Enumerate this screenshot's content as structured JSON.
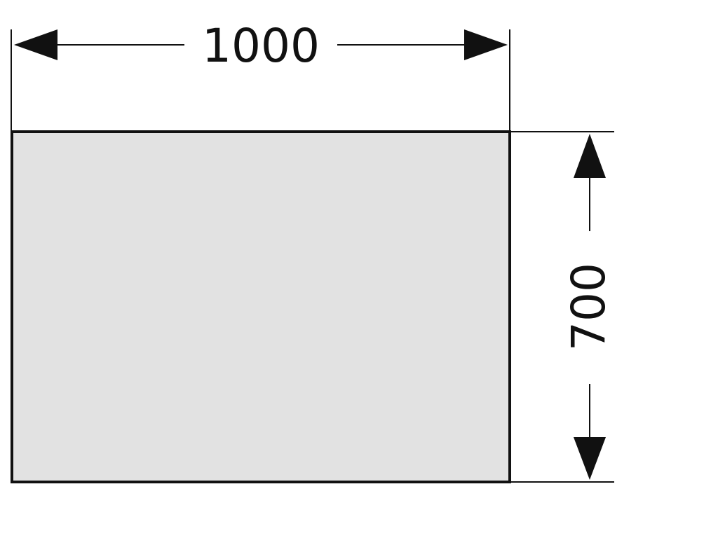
{
  "diagram": {
    "type": "dimensioned-rectangle",
    "shape": {
      "fill": "#e2e2e2",
      "stroke": "#111111"
    },
    "dimensions": {
      "width": {
        "label": "1000",
        "orientation": "horizontal"
      },
      "height": {
        "label": "700",
        "orientation": "vertical"
      }
    }
  }
}
